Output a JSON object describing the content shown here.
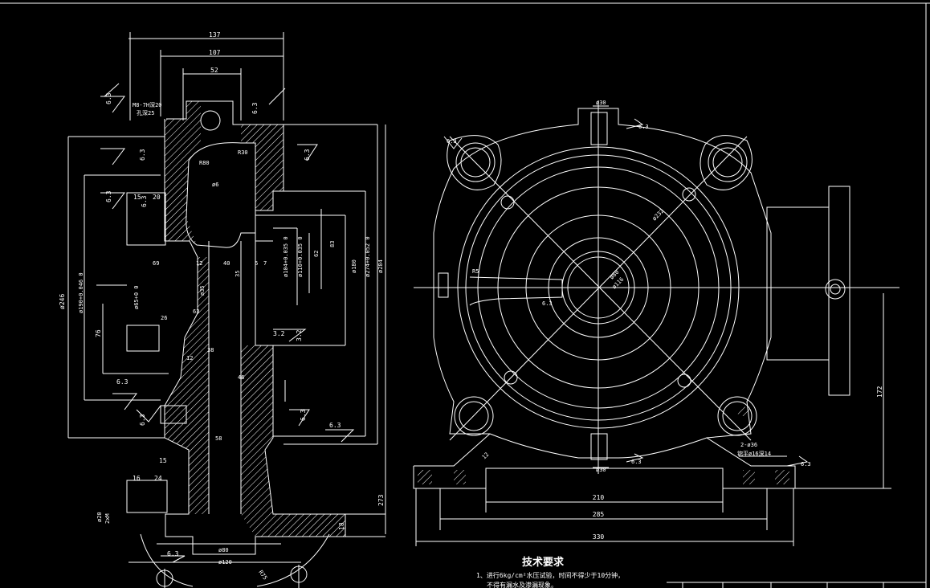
{
  "drawing": {
    "background": "#000000",
    "line_color": "#ffffff",
    "side_view": {
      "dims_top": [
        "137",
        "107",
        "52"
      ],
      "thread_label_1": "M8-7H深20",
      "thread_label_2": "孔深25",
      "small_dims": [
        "15",
        "20",
        "16",
        "24",
        "12",
        "40",
        "35",
        "46",
        "58",
        "15",
        "18",
        "12"
      ],
      "diameter_labels": [
        "ø246",
        "ø190+0.046 0",
        "ø65+0 0",
        "ø35",
        "ø104+0.035 0",
        "ø110+0.035 0",
        "ø180",
        "ø274+0.052 0",
        "ø284",
        "ø6",
        "ø80",
        "ø120",
        "ø20"
      ],
      "numbers": [
        "76",
        "69",
        "62",
        "83",
        "273",
        "6",
        "7",
        "38",
        "26",
        "R30",
        "R80",
        "R75",
        "2xM",
        "63"
      ],
      "roughness": [
        "6.3",
        "6.3",
        "6.3",
        "6.3",
        "6.3",
        "6.3",
        "6.3",
        "3.2",
        "6.3",
        "6.3",
        "6.3",
        "3.2",
        "6.3"
      ]
    },
    "front_view": {
      "top_hole": "ø30",
      "bottom_hole": "ø30",
      "bolt_circle": "ø232",
      "center_dims": [
        "ø80",
        "ø116"
      ],
      "hole_note_1": "2-ø36",
      "hole_note_2": "锪平ø16深14",
      "base_dims": [
        "210",
        "285",
        "330"
      ],
      "height_dim": "172",
      "misc_labels": [
        "R5",
        "12",
        "6.3",
        "6.3",
        "6.3",
        "6.3",
        "6.3"
      ]
    },
    "notes": {
      "title": "技术要求",
      "line1": "1、进行6kg/cm²水压试验，时间不得少于10分钟，",
      "line2": "不得有漏水及渗漏现象。"
    }
  }
}
